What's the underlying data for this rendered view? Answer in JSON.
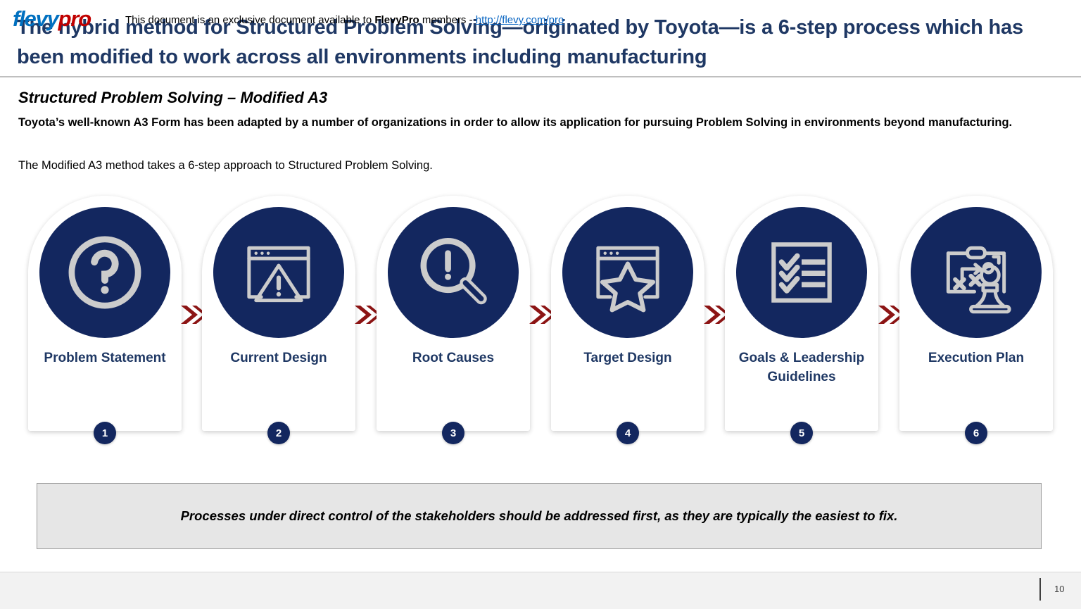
{
  "slide": {
    "title": "The hybrid method for Structured Problem Solving—originated by Toyota—is a 6-step process which has been modified to work across all environments including manufacturing",
    "section_heading": "Structured Problem Solving – Modified A3",
    "lead_paragraph": "Toyota’s well-known A3 Form has been adapted by a number of organizations in order to allow its application for pursuing Problem Solving in environments beyond manufacturing.",
    "sub_paragraph": "The Modified A3 method takes a 6-step approach to Structured Problem Solving."
  },
  "process": {
    "arrow_icon": "double-chevron-right-icon",
    "steps": [
      {
        "number": "1",
        "label": "Problem Statement",
        "icon": "question-mark-circle-icon"
      },
      {
        "number": "2",
        "label": "Current Design",
        "icon": "browser-window-warning-icon"
      },
      {
        "number": "3",
        "label": "Root Causes",
        "icon": "magnifier-exclamation-icon"
      },
      {
        "number": "4",
        "label": "Target Design",
        "icon": "browser-window-star-icon"
      },
      {
        "number": "5",
        "label": "Goals & Leadership Guidelines",
        "icon": "checklist-icon"
      },
      {
        "number": "6",
        "label": "Execution Plan",
        "icon": "strategy-board-chess-pawn-icon"
      }
    ]
  },
  "callout": {
    "text": "Processes under direct control of the stakeholders should be addressed first, as they are typically the easiest to fix."
  },
  "footer": {
    "logo_flevy": "flevy",
    "logo_pro": "pro",
    "note_before": "This document is an exclusive document available to ",
    "note_brand": "FlevyPro",
    "note_after": " members - ",
    "link_text": "http://flevy.com/pro",
    "page_number": "10"
  },
  "colors": {
    "navy": "#13275F",
    "title_navy": "#1F3864",
    "arrow_red": "#8C1414",
    "icon_gray": "#CCCCCC",
    "callout_bg": "#E6E6E6",
    "footer_bg": "#F2F2F2",
    "logo_blue": "#0070C0",
    "logo_red": "#C00000",
    "link_blue": "#0563C1"
  }
}
